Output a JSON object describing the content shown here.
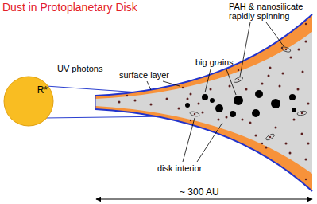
{
  "diagram": {
    "title": "Dust in Protoplanetary Disk",
    "nodes": [
      {
        "text": [
          "R*"
        ]
      }
    ],
    "labels": [
      "UV photons",
      "surface layer",
      "big grains",
      "PAH & nanosilicate rapidly spinning",
      "disk interior",
      "~ 300 AU"
    ]
  }
}
